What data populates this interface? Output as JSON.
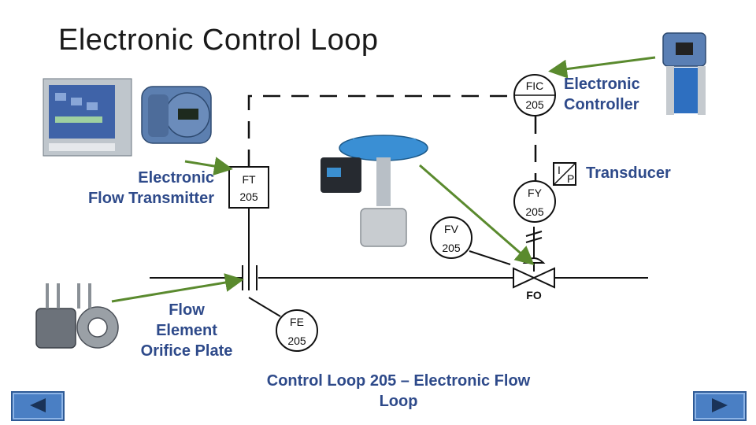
{
  "title": "Electronic Control Loop",
  "labels": {
    "controller": [
      "Electronic",
      "Controller"
    ],
    "transducer": "Transducer",
    "transmitter": [
      "Electronic",
      "Flow Transmitter"
    ],
    "flow_element": [
      "Flow Element",
      "Orifice Plate"
    ],
    "caption": "Control Loop 205 – Electronic Flow Loop"
  },
  "instruments": {
    "fic": {
      "tag": "FIC",
      "number": "205"
    },
    "ft": {
      "tag": "FT",
      "number": "205"
    },
    "fy": {
      "tag": "FY",
      "number": "205"
    },
    "fv": {
      "tag": "FV",
      "number": "205"
    },
    "fe": {
      "tag": "FE",
      "number": "205"
    }
  },
  "transducer_symbol": {
    "input": "I",
    "output": "P"
  },
  "valve_failure_mode": "FO",
  "navigation": {
    "prev_icon": "arrow-left-icon",
    "next_icon": "arrow-right-icon"
  },
  "colors": {
    "arrow": "#5a8a2e",
    "label": "#2e4a8a",
    "nav": "#4a7fc4"
  }
}
